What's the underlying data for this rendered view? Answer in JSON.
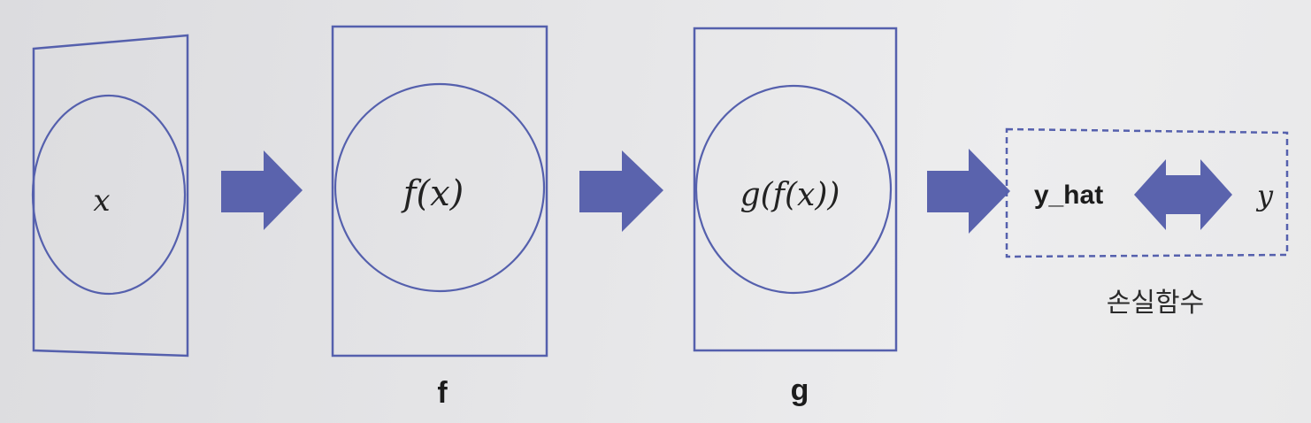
{
  "nodes": {
    "input": {
      "expr": "x"
    },
    "f": {
      "expr": "f(x)",
      "caption": "f"
    },
    "g": {
      "expr": "g(f(x))",
      "caption": "g"
    }
  },
  "loss": {
    "prediction": "y_hat",
    "target": "y",
    "caption": "손실함수"
  },
  "colors": {
    "stroke": "#5560ad",
    "arrow": "#5a63ad"
  }
}
